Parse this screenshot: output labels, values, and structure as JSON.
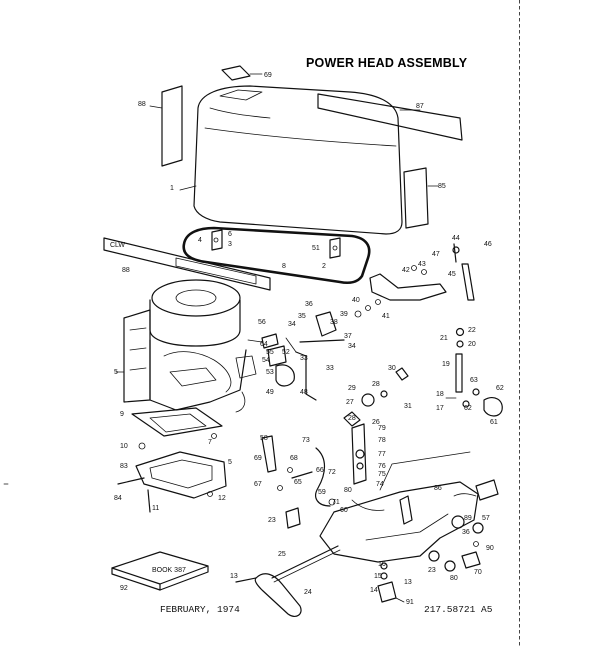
{
  "diagram": {
    "title": "POWER HEAD ASSEMBLY",
    "footer_left": "FEBRUARY, 1974",
    "footer_right": "217.58721 A5",
    "callouts": [
      {
        "id": "c69",
        "text": "69"
      },
      {
        "id": "c88a",
        "text": "88"
      },
      {
        "id": "c87",
        "text": "87"
      },
      {
        "id": "c1",
        "text": "1"
      },
      {
        "id": "c85",
        "text": "85"
      },
      {
        "id": "c4",
        "text": "4"
      },
      {
        "id": "c6",
        "text": "6"
      },
      {
        "id": "c3",
        "text": "3"
      },
      {
        "id": "c51",
        "text": "51"
      },
      {
        "id": "c8",
        "text": "8"
      },
      {
        "id": "c2",
        "text": "2"
      },
      {
        "id": "c44",
        "text": "44"
      },
      {
        "id": "c46",
        "text": "46"
      },
      {
        "id": "c47",
        "text": "47"
      },
      {
        "id": "c42",
        "text": "42"
      },
      {
        "id": "c43",
        "text": "43"
      },
      {
        "id": "c45",
        "text": "45"
      },
      {
        "id": "c88b",
        "text": "88"
      },
      {
        "id": "c36",
        "text": "36"
      },
      {
        "id": "c40",
        "text": "40"
      },
      {
        "id": "c35",
        "text": "35"
      },
      {
        "id": "c39",
        "text": "39"
      },
      {
        "id": "c41",
        "text": "41"
      },
      {
        "id": "c34a",
        "text": "34"
      },
      {
        "id": "c38",
        "text": "38"
      },
      {
        "id": "c56",
        "text": "56"
      },
      {
        "id": "c37",
        "text": "37"
      },
      {
        "id": "c22",
        "text": "22"
      },
      {
        "id": "c21",
        "text": "21"
      },
      {
        "id": "c20",
        "text": "20"
      },
      {
        "id": "c64",
        "text": "64"
      },
      {
        "id": "c34b",
        "text": "34"
      },
      {
        "id": "c55",
        "text": "55"
      },
      {
        "id": "c52",
        "text": "52"
      },
      {
        "id": "c54",
        "text": "54"
      },
      {
        "id": "c33a",
        "text": "33"
      },
      {
        "id": "c53",
        "text": "53"
      },
      {
        "id": "c33b",
        "text": "33"
      },
      {
        "id": "c30",
        "text": "30"
      },
      {
        "id": "c19",
        "text": "19"
      },
      {
        "id": "c5a",
        "text": "5"
      },
      {
        "id": "c63",
        "text": "63"
      },
      {
        "id": "c29",
        "text": "29"
      },
      {
        "id": "c28a",
        "text": "28"
      },
      {
        "id": "c49",
        "text": "49"
      },
      {
        "id": "c48",
        "text": "48"
      },
      {
        "id": "c62",
        "text": "62"
      },
      {
        "id": "c27",
        "text": "27"
      },
      {
        "id": "c31",
        "text": "31"
      },
      {
        "id": "c18",
        "text": "18"
      },
      {
        "id": "c17",
        "text": "17"
      },
      {
        "id": "c62b",
        "text": "62"
      },
      {
        "id": "c61",
        "text": "61"
      },
      {
        "id": "c9",
        "text": "9"
      },
      {
        "id": "c28b",
        "text": "28"
      },
      {
        "id": "c26",
        "text": "26"
      },
      {
        "id": "c79",
        "text": "79"
      },
      {
        "id": "c7",
        "text": "7"
      },
      {
        "id": "c73",
        "text": "73"
      },
      {
        "id": "c78",
        "text": "78"
      },
      {
        "id": "c10",
        "text": "10"
      },
      {
        "id": "c58",
        "text": "58"
      },
      {
        "id": "c77",
        "text": "77"
      },
      {
        "id": "c69b",
        "text": "69"
      },
      {
        "id": "c68",
        "text": "68"
      },
      {
        "id": "c5b",
        "text": "5"
      },
      {
        "id": "c76",
        "text": "76"
      },
      {
        "id": "c83",
        "text": "83"
      },
      {
        "id": "c66",
        "text": "66"
      },
      {
        "id": "c75",
        "text": "75"
      },
      {
        "id": "c72",
        "text": "72"
      },
      {
        "id": "c74",
        "text": "74"
      },
      {
        "id": "c67",
        "text": "67"
      },
      {
        "id": "c65",
        "text": "65"
      },
      {
        "id": "c86",
        "text": "86"
      },
      {
        "id": "c84",
        "text": "84"
      },
      {
        "id": "c12a",
        "text": "12"
      },
      {
        "id": "c59",
        "text": "59"
      },
      {
        "id": "c80",
        "text": "80"
      },
      {
        "id": "c71",
        "text": "71"
      },
      {
        "id": "c60",
        "text": "60"
      },
      {
        "id": "c11",
        "text": "11"
      },
      {
        "id": "c23a",
        "text": "23"
      },
      {
        "id": "c89",
        "text": "89"
      },
      {
        "id": "c57",
        "text": "57"
      },
      {
        "id": "c36b",
        "text": "36"
      },
      {
        "id": "c90",
        "text": "90"
      },
      {
        "id": "c25",
        "text": "25"
      },
      {
        "id": "c23b",
        "text": "23"
      },
      {
        "id": "c70",
        "text": "70"
      },
      {
        "id": "c16",
        "text": "16"
      },
      {
        "id": "c80b",
        "text": "80"
      },
      {
        "id": "c15",
        "text": "15"
      },
      {
        "id": "c92",
        "text": "92"
      },
      {
        "id": "c13a",
        "text": "13"
      },
      {
        "id": "c13b",
        "text": "13"
      },
      {
        "id": "c14",
        "text": "14"
      },
      {
        "id": "c24",
        "text": "24"
      },
      {
        "id": "c91",
        "text": "91"
      }
    ],
    "manual_label": "BOOK 387"
  }
}
